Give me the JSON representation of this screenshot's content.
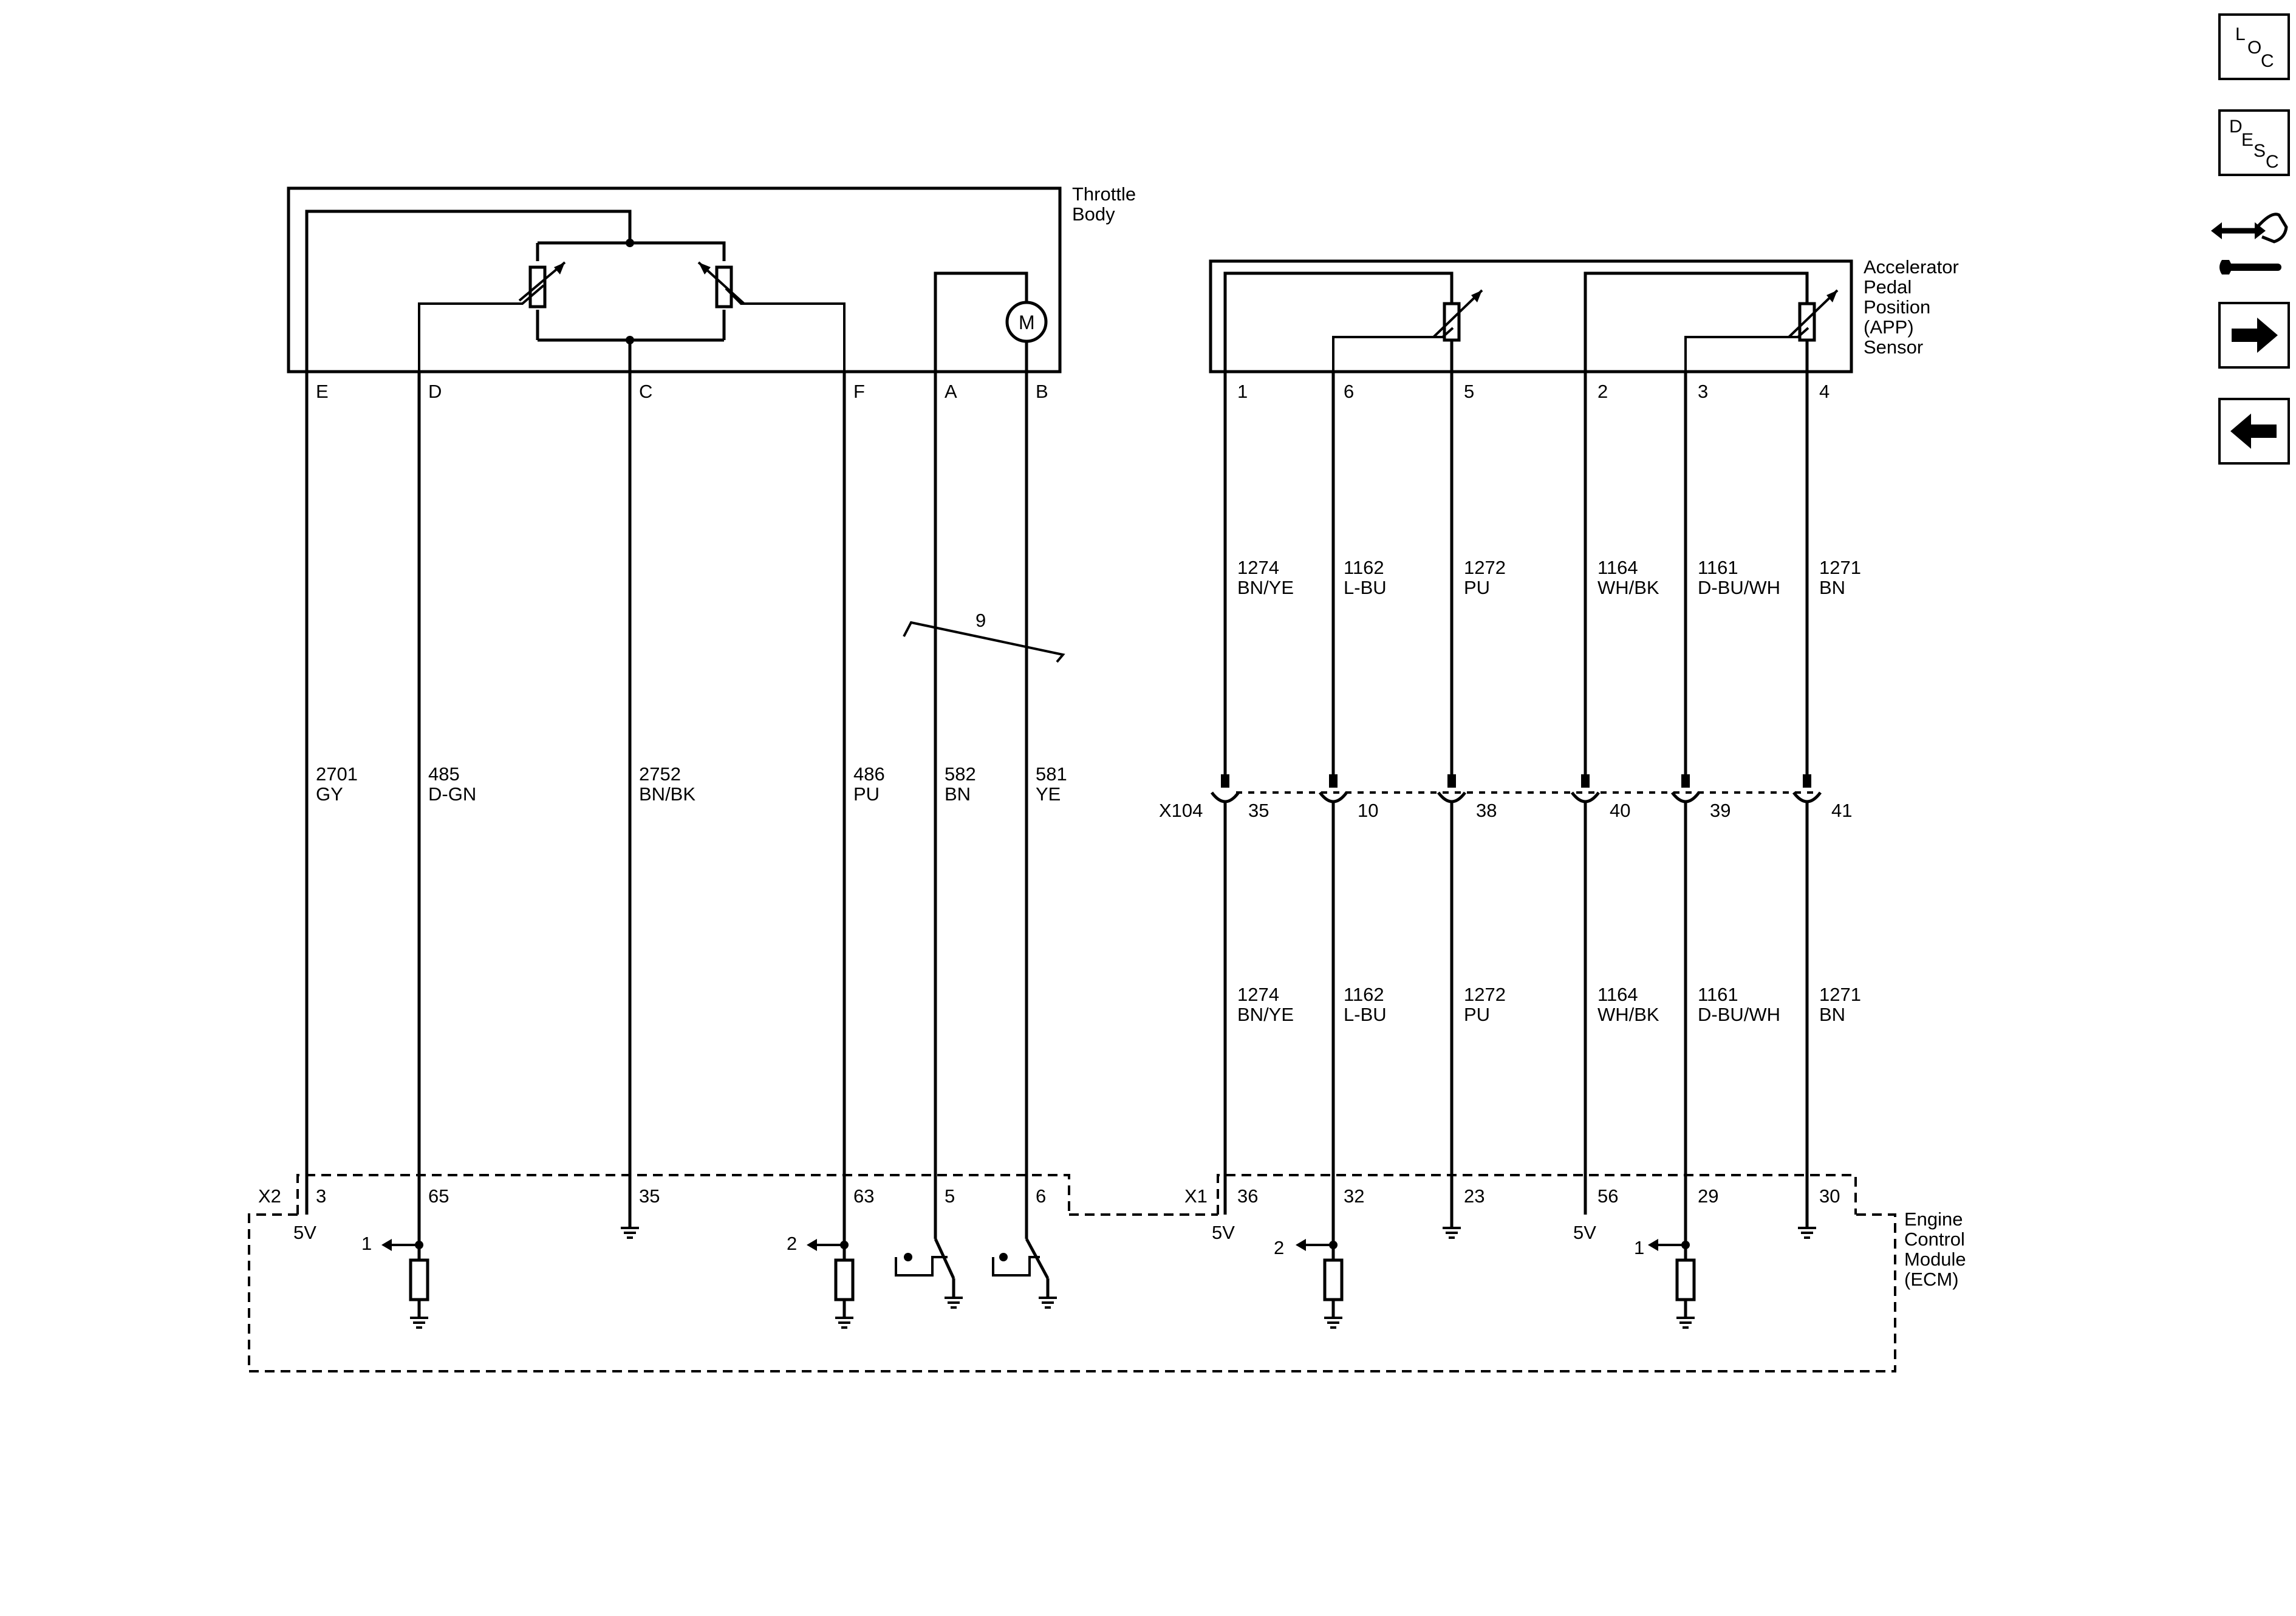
{
  "components": {
    "throttle_body": [
      "Throttle",
      "Body"
    ],
    "app_sensor": [
      "Accelerator",
      "Pedal",
      "Position",
      "(APP)",
      "Sensor"
    ],
    "ecm": [
      "Engine",
      "Control",
      "Module",
      "(ECM)"
    ]
  },
  "connectors": {
    "x2": "X2",
    "x1": "X1",
    "x104": "X104"
  },
  "throttle_pins": {
    "e": "E",
    "d": "D",
    "c": "C",
    "f": "F",
    "a": "A",
    "b": "B"
  },
  "app_pins": {
    "p1": "1",
    "p6": "6",
    "p5": "5",
    "p2": "2",
    "p3": "3",
    "p4": "4"
  },
  "left_wires": {
    "e": {
      "circuit": "2701",
      "color": "GY"
    },
    "d": {
      "circuit": "485",
      "color": "D-GN"
    },
    "c": {
      "circuit": "2752",
      "color": "BN/BK"
    },
    "f": {
      "circuit": "486",
      "color": "PU"
    },
    "a": {
      "circuit": "582",
      "color": "BN"
    },
    "b": {
      "circuit": "581",
      "color": "YE"
    }
  },
  "right_wires": {
    "p1": {
      "circuit": "1274",
      "color": "BN/YE"
    },
    "p6": {
      "circuit": "1162",
      "color": "L-BU"
    },
    "p5": {
      "circuit": "1272",
      "color": "PU"
    },
    "p2": {
      "circuit": "1164",
      "color": "WH/BK"
    },
    "p3": {
      "circuit": "1161",
      "color": "D-BU/WH"
    },
    "p4": {
      "circuit": "1271",
      "color": "BN"
    }
  },
  "x104_pins": {
    "p1": "35",
    "p6": "10",
    "p5": "38",
    "p2": "40",
    "p3": "39",
    "p4": "41"
  },
  "x2_pins": {
    "e": "3",
    "d": "65",
    "c": "35",
    "f": "63",
    "a": "5",
    "b": "6"
  },
  "x1_pins": {
    "p1": "36",
    "p6": "32",
    "p5": "23",
    "p2": "56",
    "p3": "29",
    "p4": "30"
  },
  "ecm_labels": {
    "v5_left": "5V",
    "v5_mid": "5V",
    "v5_right": "5V",
    "sig_d": "1",
    "sig_f": "2",
    "sig_p6": "2",
    "sig_p3": "1"
  },
  "motor_label": "M",
  "twisted_pair_count": "9",
  "nav": {
    "loc": [
      "L",
      "O",
      "C"
    ],
    "desc": [
      "D",
      "E",
      "S",
      "C"
    ]
  }
}
